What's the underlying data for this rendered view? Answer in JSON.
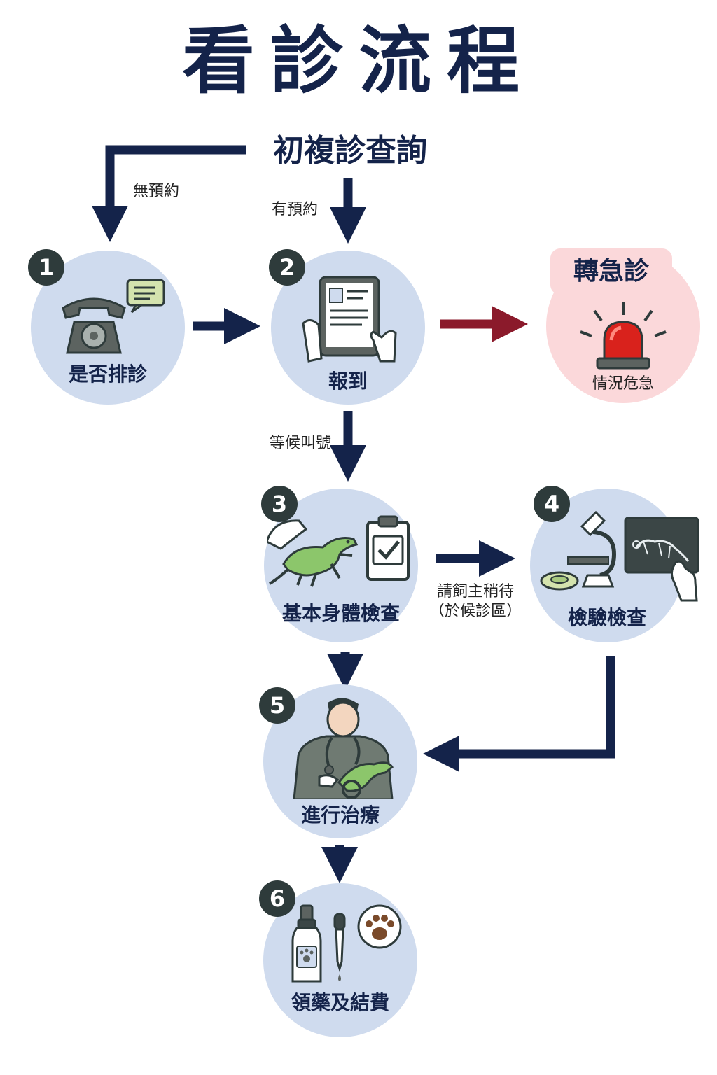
{
  "title": "看診流程",
  "start": "初複診查詢",
  "edges": {
    "no_appointment": "無預約",
    "has_appointment": "有預約",
    "wait_number": "等候叫號",
    "owner_wait_line1": "請飼主稍待",
    "owner_wait_line2": "（於候診區）"
  },
  "steps": [
    {
      "number": "1",
      "label": "是否排診",
      "icon": "telephone-icon"
    },
    {
      "number": "2",
      "label": "報到",
      "icon": "tablet-checkin-icon"
    },
    {
      "number": "3",
      "label": "基本身體檢查",
      "icon": "iguana-clipboard-icon"
    },
    {
      "number": "4",
      "label": "檢驗檢查",
      "icon": "microscope-xray-icon"
    },
    {
      "number": "5",
      "label": "進行治療",
      "icon": "veterinarian-icon"
    },
    {
      "number": "6",
      "label": "領藥及結費",
      "icon": "medicine-paw-icon"
    }
  ],
  "emergency": {
    "tag": "轉急診",
    "label": "情況危急",
    "icon": "siren-icon"
  },
  "colors": {
    "navy": "#14234a",
    "node_blue": "#cfdbee",
    "emergency_pink": "#fbd8da",
    "emergency_arrow": "#8b1a2b",
    "badge": "#2e3b3b"
  }
}
